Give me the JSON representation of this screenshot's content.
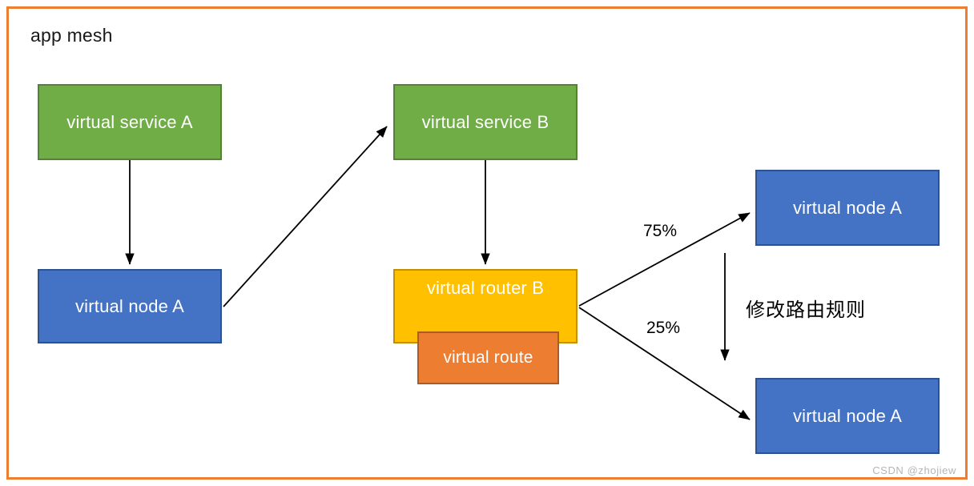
{
  "diagram": {
    "title": "app mesh",
    "frame_color": "#ED7D31",
    "background": "#ffffff"
  },
  "nodes": [
    {
      "id": "vsvc-a",
      "label": "virtual service A",
      "type": "virtual-service",
      "color": "#70AD47"
    },
    {
      "id": "vnode-a-left",
      "label": "virtual node A",
      "type": "virtual-node",
      "color": "#4472C4"
    },
    {
      "id": "vsvc-b",
      "label": "virtual service B",
      "type": "virtual-service",
      "color": "#70AD47"
    },
    {
      "id": "vrouter-b",
      "label": "virtual router B",
      "type": "virtual-router",
      "color": "#FFC000"
    },
    {
      "id": "vroute",
      "label": "virtual route",
      "type": "virtual-route",
      "color": "#ED7D31"
    },
    {
      "id": "vnode-a-tr",
      "label": "virtual node A",
      "type": "virtual-node",
      "color": "#4472C4"
    },
    {
      "id": "vnode-a-br",
      "label": "virtual node A",
      "type": "virtual-node",
      "color": "#4472C4"
    }
  ],
  "edges": [
    {
      "id": "edge-vsvca-vnodea",
      "from": "vsvc-a",
      "to": "vnode-a-left",
      "label": ""
    },
    {
      "id": "edge-vnodea-vsvcb",
      "from": "vnode-a-left",
      "to": "vsvc-b",
      "label": ""
    },
    {
      "id": "edge-vsvcb-vrouterb",
      "from": "vsvc-b",
      "to": "vrouter-b",
      "label": ""
    },
    {
      "id": "edge-vrouterb-top",
      "from": "vrouter-b",
      "to": "vnode-a-tr",
      "label": "75%"
    },
    {
      "id": "edge-vrouterb-bottom",
      "from": "vrouter-b",
      "to": "vnode-a-br",
      "label": "25%"
    },
    {
      "id": "edge-modify-rule",
      "from": "vnode-a-tr",
      "to": "vnode-a-br",
      "label": "修改路由规则"
    }
  ],
  "labels": {
    "pct_top": "75%",
    "pct_bottom": "25%",
    "modify_rule": "修改路由规则"
  },
  "watermark": "CSDN @zhojiew"
}
